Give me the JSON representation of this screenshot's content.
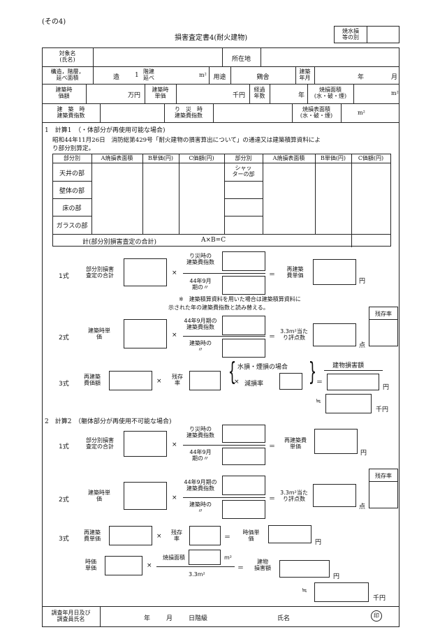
{
  "header": {
    "sono": "(その4)",
    "title": "損害査定書4(耐火建物)",
    "shoumizu_label_1": "焼水損",
    "shoumizu_label_2": "等の別"
  },
  "info": {
    "taishou_1": "対象名",
    "taishou_2": "(氏名)",
    "shozaichi": "所在地",
    "kouzou_1": "構造，階層，",
    "kouzou_2": "延べ面積",
    "zou": "造",
    "ichi": "1",
    "kai_1": "階建",
    "kai_2": "延べ",
    "m2": "m²",
    "youto": "用途",
    "youto_value": "鶏舎",
    "kenchiku_nen_1": "建築",
    "kenchiku_nen_2": "年月",
    "nen": "年",
    "tsuki": "月",
    "kenchikuji_kagaku_1": "建築時",
    "kenchikuji_kagaku_2": "価額",
    "manyen": "万円",
    "kenchikuji_tanka_1": "建築時",
    "kenchikuji_tanka_2": "単価",
    "senen": "千円",
    "keika_1": "経過",
    "keika_2": "年数",
    "nen2": "年",
    "shouson_menseki_1": "焼損面積",
    "shouson_menseki_2": "(水・破・煙)",
    "kenchikuji_shisuu_1": "建　築　時",
    "kenchikuji_shisuu_2": "建築費指数",
    "risaiji_1": "り　災　時",
    "risaiji_2": "建築費指数",
    "shouson_hyoumen_1": "焼損表面積",
    "shouson_hyoumen_2": "(水・破・煙)"
  },
  "calc1": {
    "heading": "1　計算1　（・体部分が再使用可能な場合)",
    "note_1": "昭和44年11月26日　消防総第429号「耐火建物の損害算出について」の通達又は建築積算資料によ",
    "note_2": "り部分別算定。",
    "table_headers": [
      "部分別",
      "A焼損表面積",
      "B単価(円)",
      "C価額(円)",
      "部分別",
      "A焼損表面積",
      "B単価(円)",
      "C価額(円)"
    ],
    "rows_left": [
      "天井の部",
      "壁体の部",
      "床の部",
      "ガラスの部"
    ],
    "row_right_1": "シャッ",
    "row_right_2": "ターの部",
    "total_label": "計(部分別損害査定の合計)",
    "total_formula": "A×B=C"
  },
  "formulas1": {
    "f1_label": "1式",
    "f1_a_1": "部分別損害",
    "f1_a_2": "査定の合計",
    "f1_num_1": "り災時の",
    "f1_num_2": "建築費指数",
    "f1_den_1": "44年9月",
    "f1_den_2": "期の〃",
    "f1_res_1": "再建築",
    "f1_res_2": "費単価",
    "yen": "円",
    "f1_note_1": "※　建築積算資料を用いた場合は建築積算資料に",
    "f1_note_2": "示された年の建築費指数と読み替える。",
    "f2_label": "2式",
    "f2_a_1": "建築時単",
    "f2_a_2": "価",
    "f2_num_1": "44年9月期の",
    "f2_num_2": "建築費指数",
    "f2_den_1": "建築時の",
    "f2_den_2": "〃",
    "f2_res_1": "3.3m²当た",
    "f2_res_2": "り評点数",
    "ten": "点",
    "zanzon": "残存率",
    "f3_label": "3式",
    "f3_a_1": "再建築",
    "f3_a_2": "費価額",
    "f3_b_1": "残存",
    "f3_b_2": "率",
    "f3_cond": "水損・煙損の場合",
    "f3_gen_prefix": "×",
    "f3_gen": "減損率",
    "f3_res": "建物損害額",
    "approx": "≒",
    "senen": "千円"
  },
  "calc2": {
    "heading": "2　計算2　（軀体部分が再使用不可能な場合)",
    "f1_label": "1式",
    "f1_a_1": "部分別損害",
    "f1_a_2": "査定の合計",
    "f1_num_1": "り災時の",
    "f1_num_2": "建築費指数",
    "f1_den_1": "44年9月",
    "f1_den_2": "期の〃",
    "f1_res_1": "再建築費",
    "f1_res_2": "単価",
    "yen": "円",
    "f2_label": "2式",
    "f2_a_1": "建築時単",
    "f2_a_2": "価",
    "f2_num_1": "44年9月期の",
    "f2_num_2": "建築費指数",
    "f2_den_1": "建築時の",
    "f2_den_2": "〃",
    "f2_res_1": "3.3m²当た",
    "f2_res_2": "り評点数",
    "ten": "点",
    "zanzon": "残存率",
    "f3_label": "3式",
    "f3_a_1": "再建築",
    "f3_a_2": "費単価",
    "f3_b_1": "残存",
    "f3_b_2": "率",
    "f3_res_1": "時価単",
    "f3_res_2": "価",
    "f4_a_1": "時価",
    "f4_a_2": "単価",
    "f4_num": "焼損面積",
    "m2": "m²",
    "f4_den": "3.3m²",
    "f4_res_1": "建物",
    "f4_res_2": "損害額",
    "approx": "≒",
    "senen": "千円"
  },
  "footer": {
    "label_1": "調査年月日及び",
    "label_2": "調査員氏名",
    "nen": "年",
    "tsuki": "月",
    "hi": "日階級",
    "shimei": "氏名",
    "in": "印"
  }
}
